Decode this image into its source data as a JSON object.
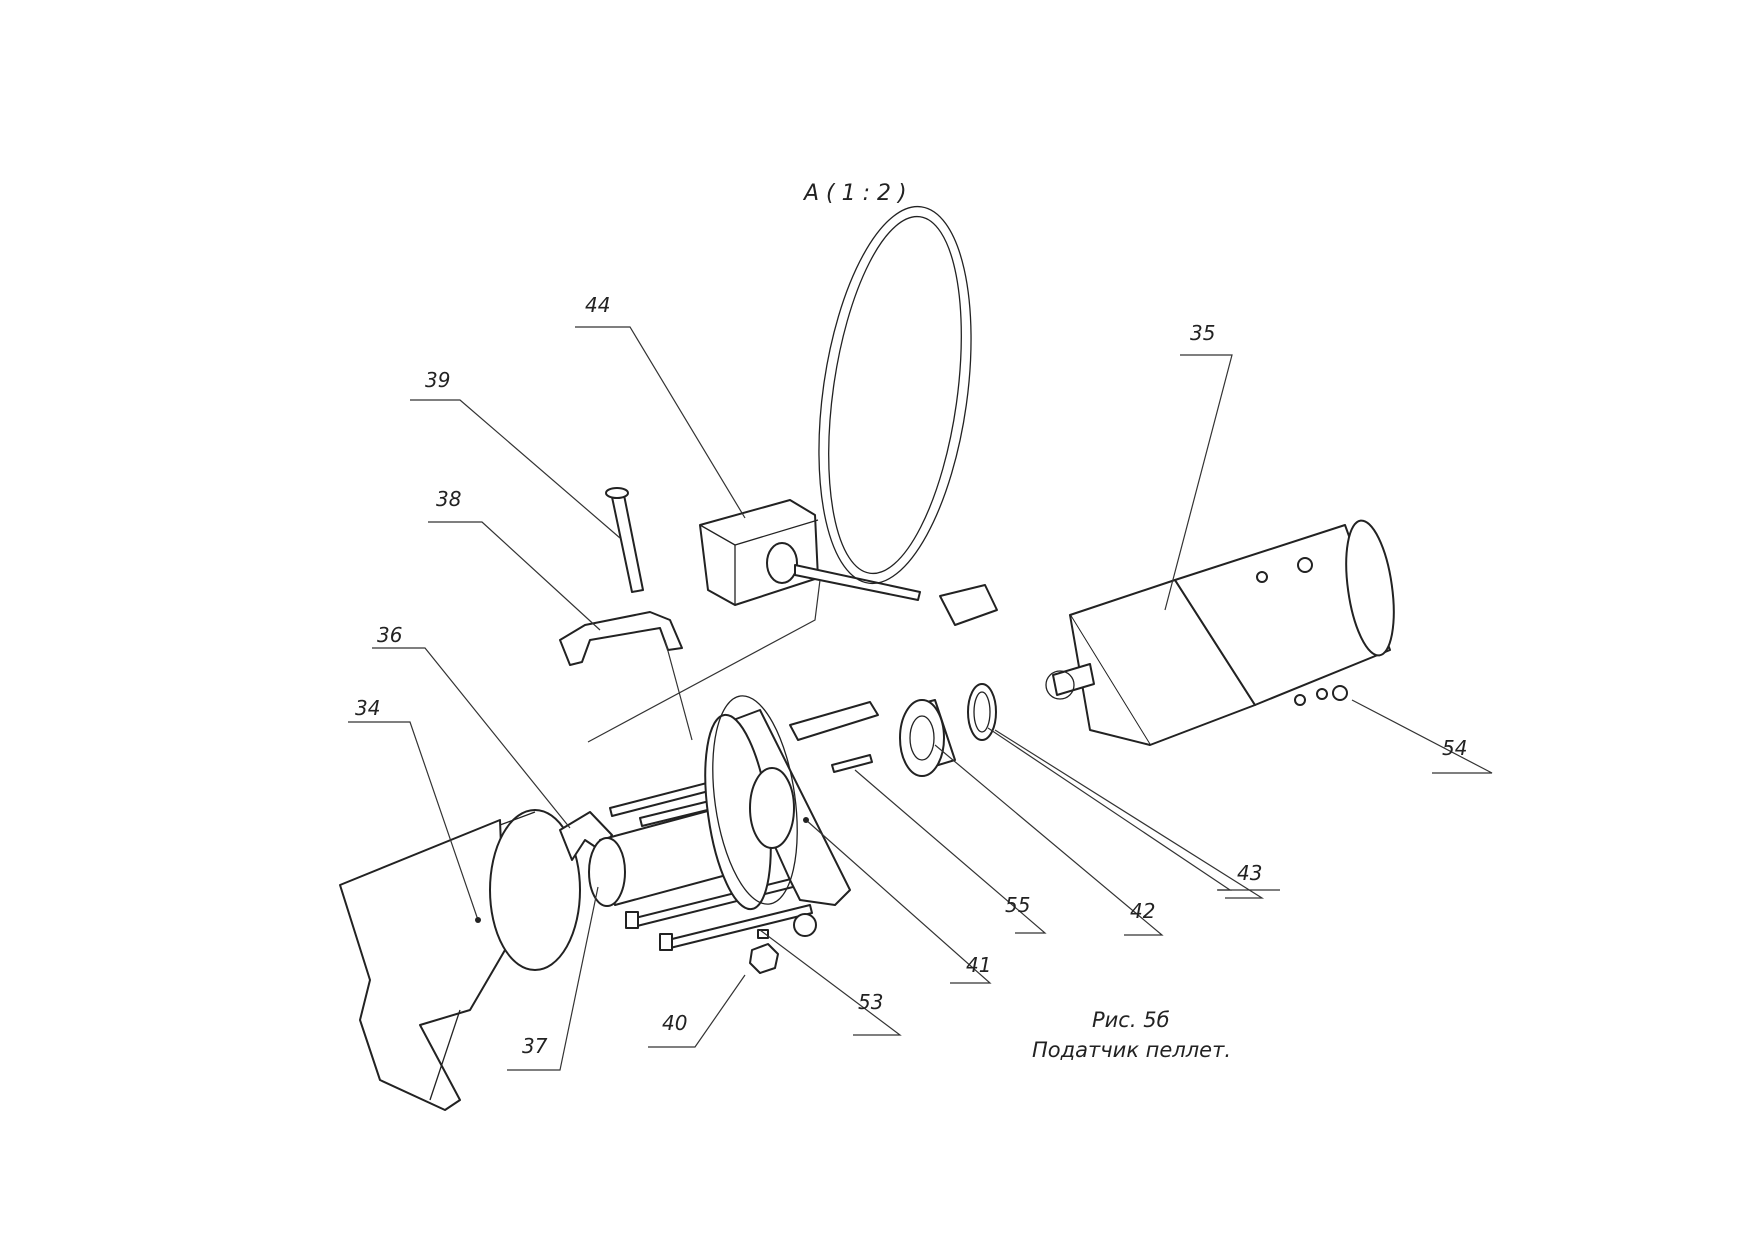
{
  "view_label": "A ( 1 : 2 )",
  "caption": {
    "line1": "Рис. 5б",
    "line2": "Податчик пеллет."
  },
  "callouts": [
    {
      "id": "c34",
      "text": "34"
    },
    {
      "id": "c36",
      "text": "36"
    },
    {
      "id": "c37",
      "text": "37"
    },
    {
      "id": "c38",
      "text": "38"
    },
    {
      "id": "c39",
      "text": "39"
    },
    {
      "id": "c40",
      "text": "40"
    },
    {
      "id": "c41",
      "text": "41"
    },
    {
      "id": "c42",
      "text": "42"
    },
    {
      "id": "c43",
      "text": "43"
    },
    {
      "id": "c44",
      "text": "44"
    },
    {
      "id": "c35",
      "text": "35"
    },
    {
      "id": "c53",
      "text": "53"
    },
    {
      "id": "c54",
      "text": "54"
    },
    {
      "id": "c55",
      "text": "55"
    }
  ]
}
